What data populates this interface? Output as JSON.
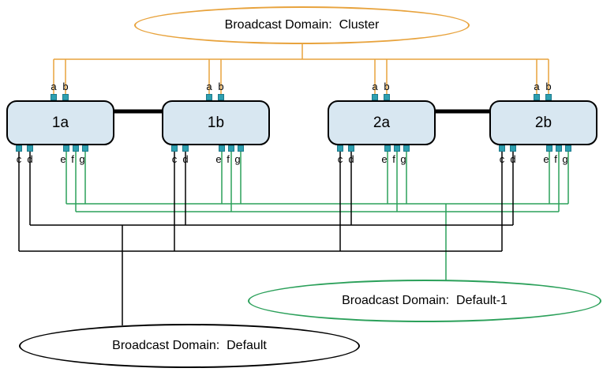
{
  "colors": {
    "cluster_orange": "#E8A33D",
    "default1_green": "#2BA05A",
    "default_black": "#000000",
    "node_fill": "#D8E7F1",
    "port_teal": "#2E9FAF"
  },
  "domains": {
    "cluster": {
      "label": "Broadcast Domain:  Cluster"
    },
    "default1": {
      "label": "Broadcast Domain:  Default-1"
    },
    "default": {
      "label": "Broadcast Domain:  Default"
    }
  },
  "nodes": [
    {
      "label": "1a"
    },
    {
      "label": "1b"
    },
    {
      "label": "2a"
    },
    {
      "label": "2b"
    }
  ],
  "ports": {
    "top": [
      "a",
      "b"
    ],
    "bottom": [
      "c",
      "d",
      "e",
      "f",
      "g"
    ]
  }
}
